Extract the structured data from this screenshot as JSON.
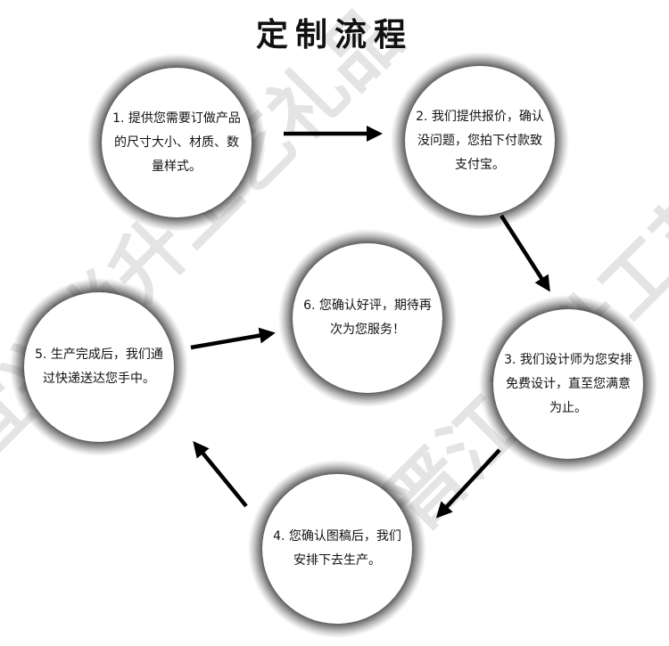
{
  "title": "定制流程",
  "watermark": {
    "lines": [
      "宜兴尚升工艺礼品",
      "晋江尚升工艺礼品"
    ],
    "color": "#e4e4e4"
  },
  "steps": [
    {
      "id": 1,
      "text": "1. 提供您需要订做产品的尺寸大小、材质、数量样式。"
    },
    {
      "id": 2,
      "text": "2. 我们提供报价，确认没问题，您拍下付款致支付宝。"
    },
    {
      "id": 3,
      "text": "3. 我们设计师为您安排免费设计，直至您满意为止。"
    },
    {
      "id": 4,
      "text": "4. 您确认图稿后，我们安排下去生产。"
    },
    {
      "id": 5,
      "text": "5. 生产完成后，我们通过快递送达您手中。"
    },
    {
      "id": 6,
      "text": "6. 您确认好评，期待再次为您服务！"
    }
  ],
  "flow": [
    "1→2",
    "2→3",
    "3→4",
    "4→5",
    "5→6"
  ],
  "colors": {
    "circle_fill": "#ffffff",
    "circle_shadow": "#555555",
    "arrow": "#000000",
    "text": "#111111"
  }
}
